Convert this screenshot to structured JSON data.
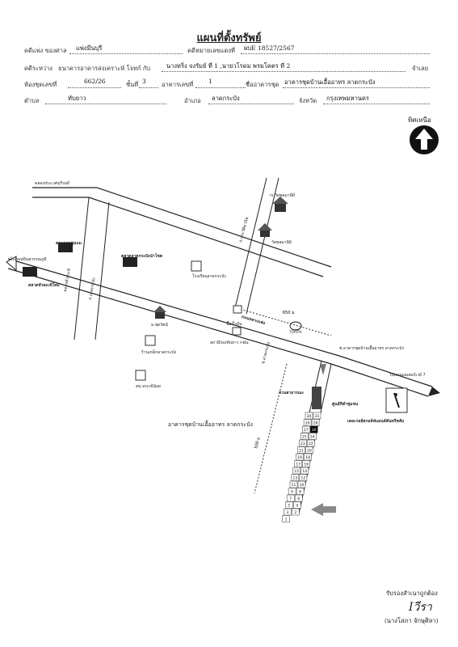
{
  "title": "แผนที่ตั้งทรัพย์",
  "header": {
    "court_label": "คดีแพ่ง ของศาล",
    "court_value": "แพ่งมีนบุรี",
    "case_no_label": "คดีหมายเลขแดงที่",
    "case_no_value": "ผบE 18527/2567",
    "between_label": "คดีระหว่าง",
    "plaintiff": "ธนาคารอาคารสงเคราะห์ โจทก์ กับ",
    "defendants": "นางหริ่ง จงรัมย์ ที่ 1 ,นายวโรดม พรมโคตร ที่ 2",
    "defendant_suffix": "จำเลย",
    "unit_label": "ห้องชุดเลขที่",
    "unit_value": "662/26",
    "floor_label": "ชั้นที่",
    "floor_value": "3",
    "building_label": "อาคารเลขที่",
    "building_value": "1",
    "condo_label": "ชื่ออาคารชุด",
    "condo_value": "อาคารชุดบ้านเอื้ออาทร ลาดกระบัง",
    "subdistrict_label": "ตำบล",
    "subdistrict_value": "ทับยาว",
    "district_label": "อำเภอ",
    "district_value": "ลาดกระบัง",
    "province_label": "จังหวัด",
    "province_value": "กรุงเทพมหานคร"
  },
  "north_label": "ทิศเหนือ",
  "map": {
    "labels": {
      "road_top": "คลองประเวศบุรีรมย์",
      "temple_top": "วร วัดพลมานีย์",
      "temple": "วัดพลมานีย์",
      "market1": "ตลาดสดชุมแม",
      "market2": "ตลาดลาดกระบังนำโชค",
      "ladkrabang_left": "ไปถนนบินสุวรรณภูมิ",
      "market3": "ตลาดหัวตะเข้ใหม่",
      "canal_left": "คลองหัวตะเข้",
      "road_vert": "ถ.ลาดกระบัง",
      "school": "โรงเรียนลาดกระบัง",
      "soi_vert": "ถ.ประวัติพานิช",
      "distance1": "650 ม",
      "main_road": "ถนนหลวงแพ่ง",
      "brand": "TOYOTA",
      "gas": "ปั๊มน้ำมัน",
      "mosque": "ม.ชุดรัตน์",
      "shop": "ร้านเหล็กลาดกระบัง",
      "station": "สถานีร่องทับยาว กฟน.",
      "police": "สน.จระเข้น้อย",
      "soi": "ซ.ลาดกระบัง",
      "to_condo": "ซ.อาคารชุดบ้านเอื้ออาทร ลาดกระบัง",
      "to_right": "ไปถนนมอเตอร์เวย์ 7",
      "park": "สวนสาธารณะ",
      "center": "ศูนย์กีฬาชุมชน",
      "sport": "เดอะรอยัลกอล์ฟแอนด์คันทรีคลับ",
      "condo_name": "อาคารชุดบ้านเอื้ออาทร ลาดกระบัง",
      "distance2": "500 ม"
    },
    "buildings": [
      "30",
      "31",
      "29",
      "28",
      "27",
      "26",
      "25",
      "24",
      "23",
      "22",
      "21",
      "20",
      "19",
      "18",
      "17",
      "16",
      "15",
      "14",
      "13",
      "12",
      "11",
      "10",
      "9",
      "8",
      "7",
      "6",
      "5",
      "4",
      "3",
      "2",
      "1"
    ]
  },
  "certify": {
    "line1": "รับรองสำเนาถูกต้อง",
    "signature": "Iวีรา",
    "name": "(นางโสภา จักษุศิลา)"
  }
}
